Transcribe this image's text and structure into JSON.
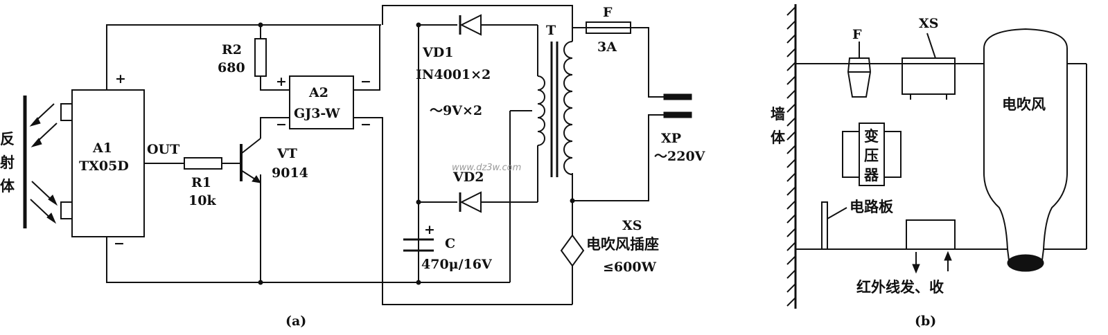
{
  "diagram_a": {
    "caption": "(a)",
    "reflector": "反射体",
    "a1": {
      "name": "A1",
      "model": "TX05D",
      "out": "OUT",
      "plus": "+",
      "minus": "−"
    },
    "r1": {
      "name": "R1",
      "value": "10k"
    },
    "r2": {
      "name": "R2",
      "value": "680"
    },
    "vt": {
      "name": "VT",
      "model": "9014"
    },
    "a2": {
      "name": "A2",
      "model": "GJ3-W",
      "plus": "+",
      "minus": "−"
    },
    "vd1": {
      "name": "VD1",
      "spec": "IN4001×2"
    },
    "secondary": "～9V×2",
    "vd2": {
      "name": "VD2"
    },
    "c": {
      "name": "C",
      "value": "470μ/16V",
      "plus": "+"
    },
    "transformer": "T",
    "fuse": {
      "name": "F",
      "rating": "3A"
    },
    "plug": {
      "name": "XP",
      "voltage": "～220V"
    },
    "socket": {
      "name": "XS",
      "desc": "电吹风插座",
      "rating": "≤600W"
    },
    "watermark": "www.dz3w.com"
  },
  "diagram_b": {
    "caption": "(b)",
    "wall": "墙体",
    "fuse": "F",
    "socket": "XS",
    "transformer": "变压器",
    "board": "电路板",
    "dryer": "电吹风",
    "ir": "红外线发、收"
  }
}
